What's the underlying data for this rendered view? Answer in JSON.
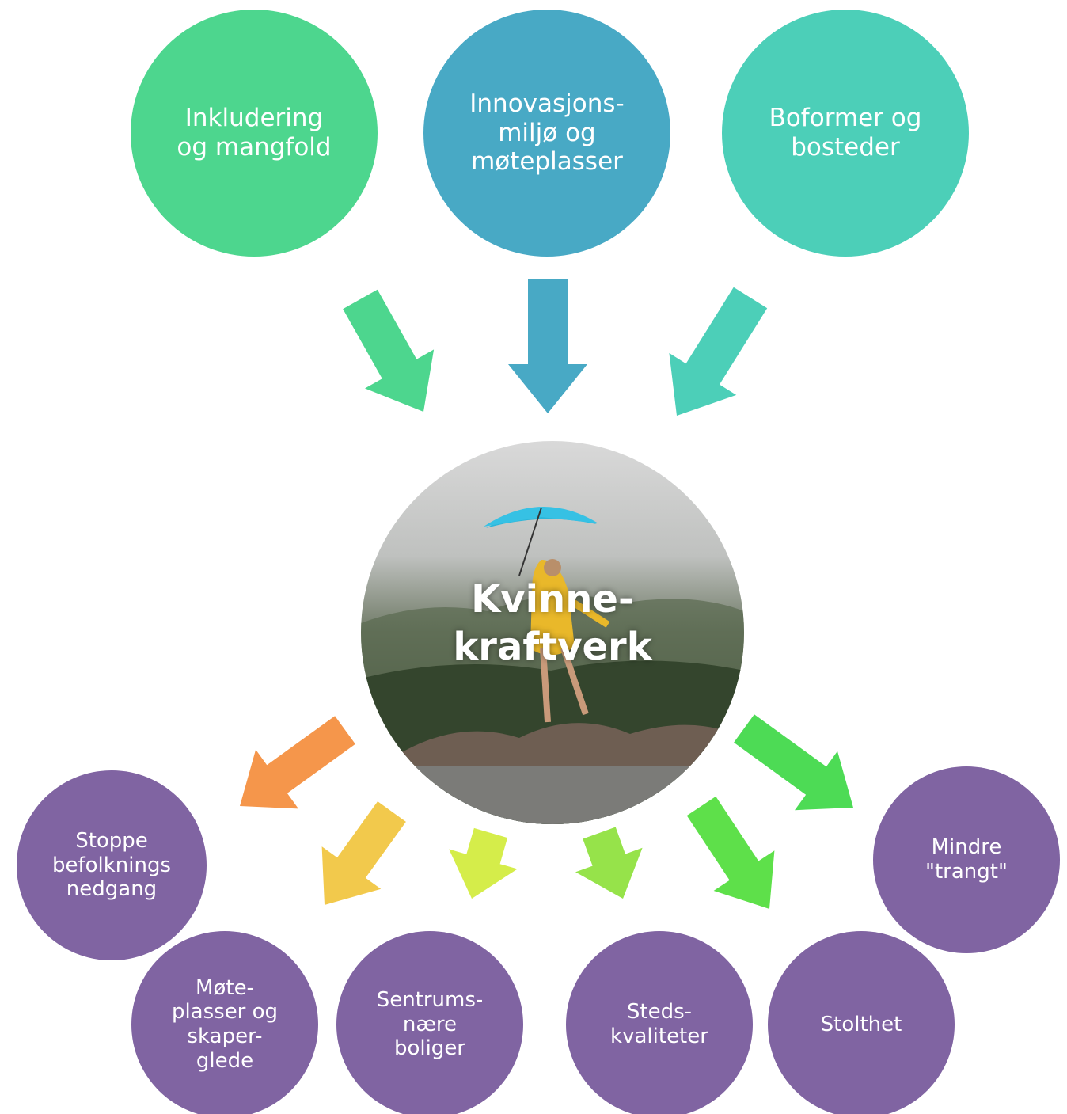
{
  "top_nodes": [
    {
      "label": "Inkludering\nog mangfold",
      "color": "#4dd68e"
    },
    {
      "label": "Innovasjons-\nmiljø og\nmøteplasser",
      "color": "#48a9c5"
    },
    {
      "label": "Boformer og\nbosteder",
      "color": "#4ccfb8"
    }
  ],
  "center": {
    "title": "Kvinne-\nkraftverk",
    "image": "woman-with-umbrella-on-rocks-photo"
  },
  "bottom_nodes": [
    {
      "label": "Stoppe\nbefolknings\nnedgang",
      "color": "#8064a2"
    },
    {
      "label": "Møte-\nplasser og\nskaper-\nglede",
      "color": "#8064a2"
    },
    {
      "label": "Sentrums-\nnære\nboliger",
      "color": "#8064a2"
    },
    {
      "label": "Steds-\nkvaliteter",
      "color": "#8064a2"
    },
    {
      "label": "Stolthet",
      "color": "#8064a2"
    },
    {
      "label": "Mindre\n\"trangt\"",
      "color": "#8064a2"
    }
  ],
  "arrow_colors": {
    "in": [
      "#4dd68e",
      "#48a9c5",
      "#4ccfb8"
    ],
    "out": [
      "#f5964b",
      "#f2c94c",
      "#d5ed4a",
      "#96e34a",
      "#5ee04a",
      "#4ddb55"
    ]
  }
}
